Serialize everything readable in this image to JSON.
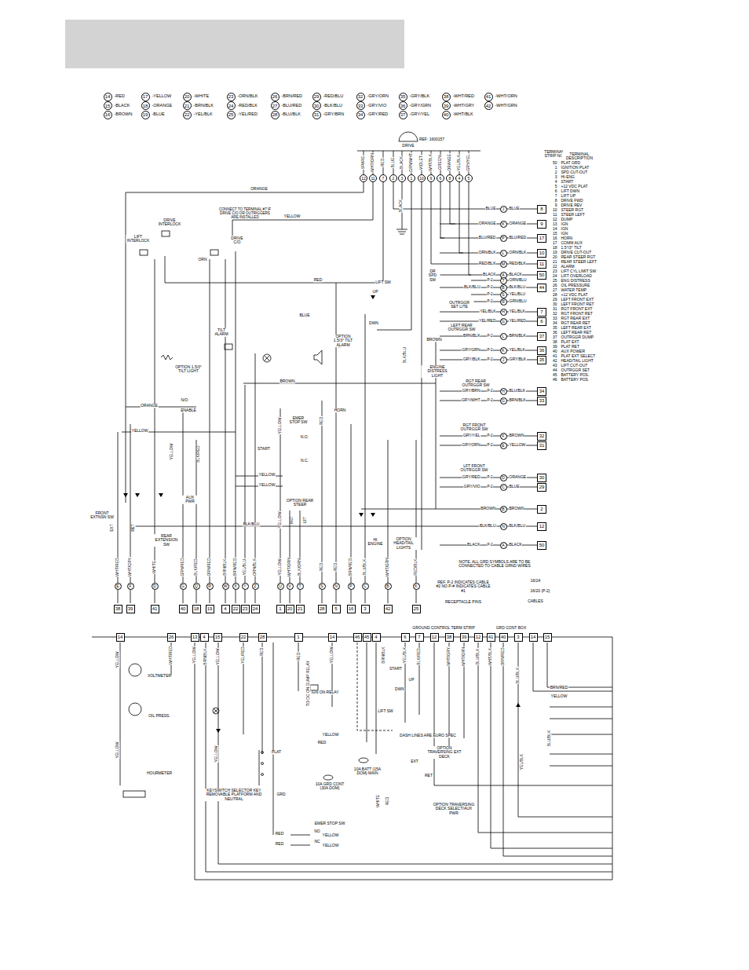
{
  "diagram": {
    "nodes": [
      {
        "text": [
          "14"
        ]
      },
      {
        "text": [
          "15"
        ]
      },
      {
        "text": [
          "16"
        ]
      },
      {
        "text": [
          "17"
        ]
      },
      {
        "text": [
          "18"
        ]
      },
      {
        "text": [
          "19"
        ]
      },
      {
        "text": [
          "20"
        ]
      },
      {
        "text": [
          "21"
        ]
      },
      {
        "text": [
          "22"
        ]
      },
      {
        "text": [
          "23"
        ]
      },
      {
        "text": [
          "24"
        ]
      },
      {
        "text": [
          "25"
        ]
      },
      {
        "text": [
          "26"
        ]
      },
      {
        "text": [
          "27"
        ]
      },
      {
        "text": [
          "28"
        ]
      },
      {
        "text": [
          "29"
        ]
      },
      {
        "text": [
          "30"
        ]
      },
      {
        "text": [
          "31"
        ]
      },
      {
        "text": [
          "32"
        ]
      },
      {
        "text": [
          "33"
        ]
      },
      {
        "text": [
          "34"
        ]
      },
      {
        "text": [
          "35"
        ]
      },
      {
        "text": [
          "36"
        ]
      },
      {
        "text": [
          "37"
        ]
      },
      {
        "text": [
          "38"
        ]
      },
      {
        "text": [
          "39"
        ]
      },
      {
        "text": [
          "40"
        ]
      },
      {
        "text": [
          "41"
        ]
      },
      {
        "text": [
          "42"
        ]
      },
      {
        "text": [
          "12"
        ]
      },
      {
        "text": [
          "11"
        ]
      },
      {
        "text": [
          "7"
        ]
      },
      {
        "text": [
          "2"
        ]
      },
      {
        "text": [
          "3"
        ]
      },
      {
        "text": [
          "1"
        ]
      },
      {
        "text": [
          "10"
        ]
      },
      {
        "text": [
          "9"
        ]
      },
      {
        "text": [
          "6"
        ]
      },
      {
        "text": [
          "8"
        ]
      },
      {
        "text": [
          "4"
        ]
      },
      {
        "text": [
          "5"
        ]
      },
      {
        "text": [
          "J"
        ]
      },
      {
        "text": [
          "8"
        ]
      },
      {
        "text": [
          "K"
        ]
      },
      {
        "text": [
          "9"
        ]
      },
      {
        "text": [
          "P"
        ]
      },
      {
        "text": [
          "17"
        ]
      },
      {
        "text": [
          "L"
        ]
      },
      {
        "text": [
          "10"
        ]
      },
      {
        "text": [
          "M"
        ]
      },
      {
        "text": [
          "11"
        ]
      },
      {
        "text": [
          "A"
        ]
      },
      {
        "text": [
          "50"
        ]
      },
      {
        "text": [
          "T"
        ]
      },
      {
        "text": [
          "B"
        ]
      },
      {
        "text": [
          "44"
        ]
      },
      {
        "text": [
          "S"
        ]
      },
      {
        "text": [
          "R"
        ]
      },
      {
        "text": [
          "H"
        ]
      },
      {
        "text": [
          "7"
        ]
      },
      {
        "text": [
          "G"
        ]
      },
      {
        "text": [
          "6"
        ]
      },
      {
        "text": [
          "L"
        ]
      },
      {
        "text": [
          "37"
        ]
      },
      {
        "text": [
          "K"
        ]
      },
      {
        "text": [
          "36"
        ]
      },
      {
        "text": [
          "J"
        ]
      },
      {
        "text": [
          "35"
        ]
      },
      {
        "text": [
          "H"
        ]
      },
      {
        "text": [
          "34"
        ]
      },
      {
        "text": [
          "G"
        ]
      },
      {
        "text": [
          "33"
        ]
      },
      {
        "text": [
          "F"
        ]
      },
      {
        "text": [
          "32"
        ]
      },
      {
        "text": [
          "E"
        ]
      },
      {
        "text": [
          "31"
        ]
      },
      {
        "text": [
          "D"
        ]
      },
      {
        "text": [
          "30"
        ]
      },
      {
        "text": [
          "C"
        ]
      },
      {
        "text": [
          "29"
        ]
      },
      {
        "text": [
          "B"
        ]
      },
      {
        "text": [
          "2"
        ]
      },
      {
        "text": [
          "N"
        ]
      },
      {
        "text": [
          "12"
        ]
      },
      {
        "text": [
          "A"
        ]
      },
      {
        "text": [
          "50"
        ]
      },
      {
        "text": [
          "E"
        ]
      },
      {
        "text": [
          "F"
        ]
      },
      {
        "text": [
          "D"
        ]
      },
      {
        "text": [
          "G"
        ]
      },
      {
        "text": [
          "Q"
        ]
      },
      {
        "text": [
          "R"
        ]
      },
      {
        "text": [
          "W"
        ]
      },
      {
        "text": [
          "X"
        ]
      },
      {
        "text": [
          "Y"
        ]
      },
      {
        "text": [
          "Z"
        ]
      },
      {
        "text": [
          "U"
        ]
      },
      {
        "text": [
          "V"
        ]
      },
      {
        "text": [
          "T"
        ]
      },
      {
        "text": [
          "S"
        ]
      },
      {
        "text": [
          "N"
        ]
      },
      {
        "text": [
          "P"
        ]
      },
      {
        "text": [
          "C"
        ]
      },
      {
        "text": [
          "B"
        ]
      },
      {
        "text": [
          "K"
        ]
      },
      {
        "text": [
          "38"
        ]
      },
      {
        "text": [
          "39"
        ]
      },
      {
        "text": [
          "41"
        ]
      },
      {
        "text": [
          "40"
        ]
      },
      {
        "text": [
          "18"
        ]
      },
      {
        "text": [
          "19"
        ]
      },
      {
        "text": [
          "4"
        ]
      },
      {
        "text": [
          "22"
        ]
      },
      {
        "text": [
          "23"
        ]
      },
      {
        "text": [
          "24"
        ]
      },
      {
        "text": [
          "1"
        ]
      },
      {
        "text": [
          "20"
        ]
      },
      {
        "text": [
          "21"
        ]
      },
      {
        "text": [
          "28"
        ]
      },
      {
        "text": [
          "5"
        ]
      },
      {
        "text": [
          "16"
        ]
      },
      {
        "text": [
          "3"
        ]
      },
      {
        "text": [
          "42"
        ]
      },
      {
        "text": [
          "25"
        ]
      },
      {
        "text": [
          "14"
        ]
      },
      {
        "text": [
          "26"
        ]
      },
      {
        "text": [
          "13"
        ]
      },
      {
        "text": [
          "4"
        ]
      },
      {
        "text": [
          "15"
        ]
      },
      {
        "text": [
          "22"
        ]
      },
      {
        "text": [
          "28"
        ]
      },
      {
        "text": [
          "1"
        ]
      },
      {
        "text": [
          "14"
        ]
      },
      {
        "text": [
          "46"
        ]
      },
      {
        "text": [
          "45"
        ]
      },
      {
        "text": [
          "4"
        ]
      },
      {
        "text": [
          "6"
        ]
      },
      {
        "text": [
          "7"
        ]
      },
      {
        "text": [
          "12"
        ]
      },
      {
        "text": [
          "38"
        ]
      },
      {
        "text": [
          "39"
        ]
      },
      {
        "text": [
          "12"
        ]
      },
      {
        "text": [
          "41"
        ]
      },
      {
        "text": [
          "40"
        ]
      },
      {
        "text": [
          "3"
        ]
      },
      {
        "text": [
          "14"
        ]
      },
      {
        "text": [
          "15"
        ]
      }
    ],
    "labels": [
      "-RED",
      "-BLACK",
      "-BROWN",
      "-YELLOW",
      "-ORANGE",
      "-BLUE",
      "-WHITE",
      "-BRN/BLK",
      "-YEL/BLK",
      "-ORN/BLK",
      "-RED/BLK",
      "-YEL/RED",
      "-BRN/RED",
      "-BLU/RED",
      "-BLU/BLK",
      "-RED/BLU",
      "-BLK/BLU",
      "-GRY/BRN",
      "-GRY/ORN",
      "-GRY/VIO",
      "-GRY/RED",
      "-GRY/BLK",
      "-GRY/GRN",
      "-GRY/YEL",
      "-WHT/RED",
      "-WHT/GRY",
      "-WHT/BLK",
      "-WHT/ORN",
      "-WHT/GRN",
      "TERMINAL STRIP NO.",
      "TERMINAL DESCRIPTION",
      "50",
      "PLAT GRD",
      "1",
      "IGNITION PLAT",
      "2",
      "SPD CUT-OUT",
      "3",
      "HI-ENG",
      "4",
      "START",
      "5",
      "+12 VDC PLAT",
      "6",
      "LIFT DWN",
      "7",
      "LIFT UP",
      "8",
      "DRIVE FWD",
      "9",
      "DRIVE REV",
      "10",
      "STEER RGT",
      "11",
      "STEER LEFT",
      "12",
      "DUMP",
      "13",
      "IGN",
      "14",
      "IGN",
      "15",
      "IGN",
      "16",
      "HORN",
      "17",
      "COMM AUX",
      "18",
      "1.5°/3° TILT",
      "19",
      "DRIVE CUT-OUT",
      "20",
      "REAR STEER RGT",
      "21",
      "REAR STEER LEFT",
      "22",
      "ALARM",
      "23",
      "LIFT CYL LIMIT SW",
      "24",
      "LIFT OVERLOAD",
      "25",
      "ENG DISTRESS",
      "26",
      "OIL PRESSURE",
      "27",
      "WATER TEMP",
      "28",
      "+12 VDC PLAT",
      "29",
      "LEFT FRONT EXT",
      "30",
      "LEFT FRONT RET",
      "31",
      "RGT FRONT EXT",
      "32",
      "RGT FRONT RET",
      "33",
      "RGT REAR EXT",
      "34",
      "RGT REAR RET",
      "35",
      "LEFT REAR EXT",
      "36",
      "LEFT REAR RET",
      "37",
      "OUTRGGR DUMP",
      "38",
      "PLAT EXT",
      "39",
      "PLAT RET",
      "40",
      "AUX POWER",
      "41",
      "PLAT EXT SELECT",
      "42",
      "HEAD/TAIL LIGHT",
      "43",
      "LIFT CUT-OUT",
      "44",
      "OUTRGGR SET",
      "45",
      "BATTERY POS.",
      "46",
      "BATTERY POS.",
      "REF: 1600157",
      "DRIVE",
      "SPARE",
      "WHT/ORN",
      "RED",
      "BLUE",
      "BLACK",
      "GRN/WHT",
      "VIOLET",
      "WHT/BLK",
      "GREEN",
      "ORANGE",
      "YEL/BLK",
      "GRY/YEL",
      "BLUE",
      "BLUE",
      "ORANGE",
      "ORANGE",
      "BLU/RED",
      "BLU/RED",
      "ORN/BLK",
      "ORN/BLK",
      "RED/BLK",
      "RED/BLK",
      "BLACK",
      "BLACK",
      "P-2",
      "ORN/BLU",
      "BLK/BLU",
      "P-2",
      "BLK/BLU",
      "P-2",
      "YEL/BLU",
      "P-2",
      "GRN/BLU",
      "YEL/BLK",
      "YEL/BLK",
      "YEL/RED",
      "YEL/RED",
      "BRN/BLK",
      "P-2",
      "BRN/BLK",
      "GRY/GRN",
      "P-2",
      "YEL/BLK",
      "GRY/BLK",
      "P-2",
      "GRY/BLK",
      "GRY/BRN",
      "P-2",
      "BLU/BLK",
      "GRY/WHT",
      "P-2",
      "BRN/BLK",
      "GRY/YEL",
      "P-2",
      "BROWN",
      "GRY/ORN",
      "P-2",
      "YELLOW",
      "GRY/RED",
      "P-2",
      "ORANGE",
      "GRY/VIO",
      "P-2",
      "BLUE",
      "BROWN",
      "BROWN",
      "BLK/BLU",
      "BLK/BLU",
      "BLACK",
      "P-2",
      "BLACK",
      "WHT/RED",
      "WHT/GRY",
      "WHITE",
      "GRN/RED",
      "BLK/RED",
      "ORN/RED",
      "BRN/BLK",
      "BRN/RED",
      "YEL/BLU",
      "ORN/BLK",
      "YELLOW",
      "WHT/ORN",
      "BLK/ORN",
      "RED",
      "RED",
      "BRN/RED",
      "BLU/BLK",
      "WHT/GRN",
      "RED/BLK",
      "ORANGE",
      "YELLOW",
      "BLACK",
      "DRIVE INTERLOCK",
      "CONNECT TO TERMINAL #7 IF DRIVE C/O OR OUTRIGGERS ARE INSTALLED",
      "LIFT INTERLOCK",
      "DRIVE C/O",
      "ORN",
      "RED",
      "LIFT SW",
      "UP",
      "DWN",
      "BLK/BLU",
      "TILT ALARM",
      "BLUE",
      "OPTION 1.5/3° TILT ALARM",
      "OPTION 1.5/3° TILT LIGHT",
      "BROWN",
      "ORANGE",
      "N/O",
      "ENABLE",
      "EMER STOP SW",
      "YELLOW",
      "RED",
      "HORN",
      "N.O.",
      "YELLOW",
      "START",
      "N.C.",
      "YELLOW",
      "BLK/RED",
      "YELLOW",
      "YELLOW",
      "AUX PWR",
      "OPTION REAR STEER",
      "FRONT EXTNSN SW",
      "BLK/BLU",
      "EXT",
      "RET",
      "YELLOW",
      "RGT",
      "LFT",
      "REAR EXTENSION SW",
      "HI ENGINE",
      "OPTION HEAD/TAIL LIGHTS",
      "NOTE: ALL GRD SYMBOLS ARE TO BE CONNECTED TO CABLE GRND WIRES",
      "REF. P-2 INDICATES CABLE #2 NO P-# INDICATES CABLE #1",
      "RECEPTACLE PINS",
      "16/24",
      "16/20 (P-2)",
      "CABLES",
      "DR SPD SW",
      "OUTRGGR SET LITE",
      "LEFT REAR OUTRGGR SW",
      "BROWN",
      "ENGINE DISTRESS LIGHT",
      "RGT REAR OUTRGGR SW",
      "RGT FRONT OUTRGGR SW",
      "LFT FRONT OUTRGGR SW",
      "GROUND CONTROL TERM STRIP",
      "GRD CONT BOX",
      "YELLOW",
      "VOLTMETER",
      "OIL PRESS.",
      "YELLOW",
      "HOURMETER",
      "WHT/RED",
      "YELLOW",
      "BRN/BLK",
      "YELLOW",
      "YEL/RED",
      "RED",
      "RED",
      "TO DC ON DUMP RELAY",
      "YELLOW",
      "IGN ON RELAY",
      "YELLOW",
      "RED",
      "BRN/BLK",
      "START",
      "DWN",
      "UP",
      "LIFT SW",
      "YEL/BLK",
      "BLK/RED",
      "WHT/GRY",
      "WHT/GRN",
      "BLU/BLK",
      "WHT/BLK",
      "ORN/RED",
      "BRN/RED",
      "YELLOW",
      "BLU/BLK",
      "DASH LINES ARE EURO SPEC",
      "OPTION TRAVERSING EXT DECK",
      "EXT",
      "RET",
      "PLAT",
      "KEYSWITCH SELECTOR KEY REMOVABLE PLATFORM AND NEUTRAL",
      "GRD",
      "10A GRD CONT (30A DOM)",
      "10A BATT (15A DOM) MAIN",
      "WHITE",
      "RED",
      "OPTION TRAVERSING DECK SELECT/AUX PWR",
      "EMER STOP SW",
      "NO",
      "NC",
      "RED",
      "RED",
      "YELLOW",
      "YELLOW",
      "YELLOW",
      "YEL/BLK",
      "BLU/BLK"
    ]
  }
}
